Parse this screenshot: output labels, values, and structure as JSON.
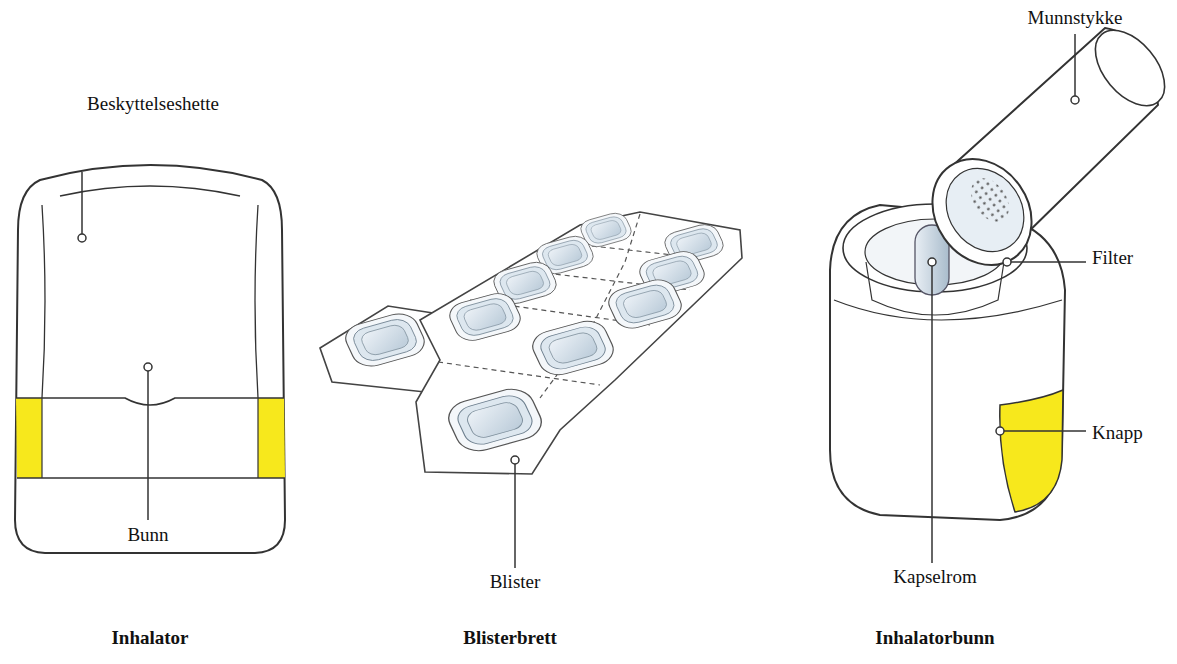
{
  "diagram": {
    "labels": [
      "Munnstykke",
      "Beskyttelseshette",
      "Filter",
      "Knapp",
      "Bunn",
      "Blister",
      "Kapselrom",
      "Inhalator",
      "Blisterbrett",
      "Inhalatorbunn"
    ]
  }
}
